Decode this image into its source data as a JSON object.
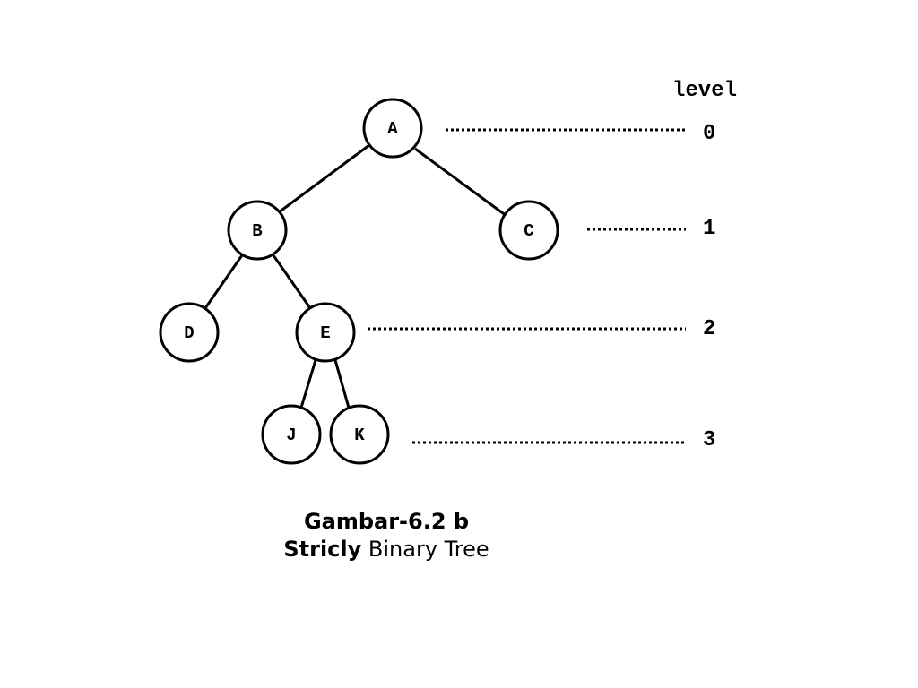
{
  "header": {
    "level_label": "level"
  },
  "nodes": {
    "a": "A",
    "b": "B",
    "c": "C",
    "d": "D",
    "e": "E",
    "j": "J",
    "k": "K"
  },
  "levels": [
    "0",
    "1",
    "2",
    "3"
  ],
  "caption": {
    "title": "Gambar-6.2 b",
    "subtitle_bold": "Stricly",
    "subtitle_rest": " Binary Tree"
  }
}
